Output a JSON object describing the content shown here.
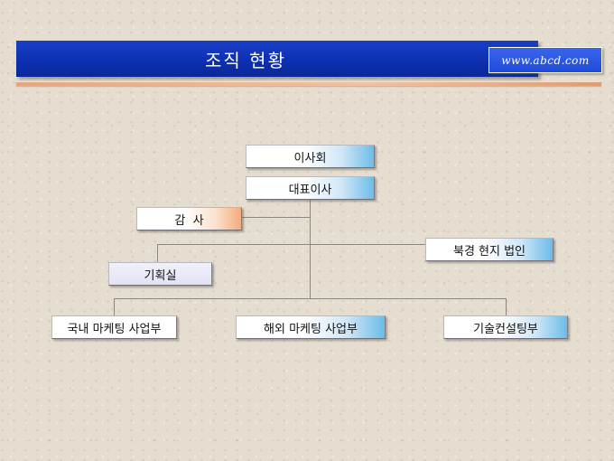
{
  "header": {
    "title": "조직 현황",
    "site_url": "www.abcd.com"
  },
  "org_chart": {
    "board": "이사회",
    "ceo": "대표이사",
    "audit": "감  사",
    "beijing": "북경 현지 법인",
    "planning": "기획실",
    "domestic": "국내 마케팅 사업부",
    "overseas": "해외 마케팅 사업부",
    "consulting": "기술컨설팅부"
  },
  "colors": {
    "title_bar": "#0d2fb0",
    "accent_rule": "#e7a77d",
    "connector": "#8a8680"
  }
}
